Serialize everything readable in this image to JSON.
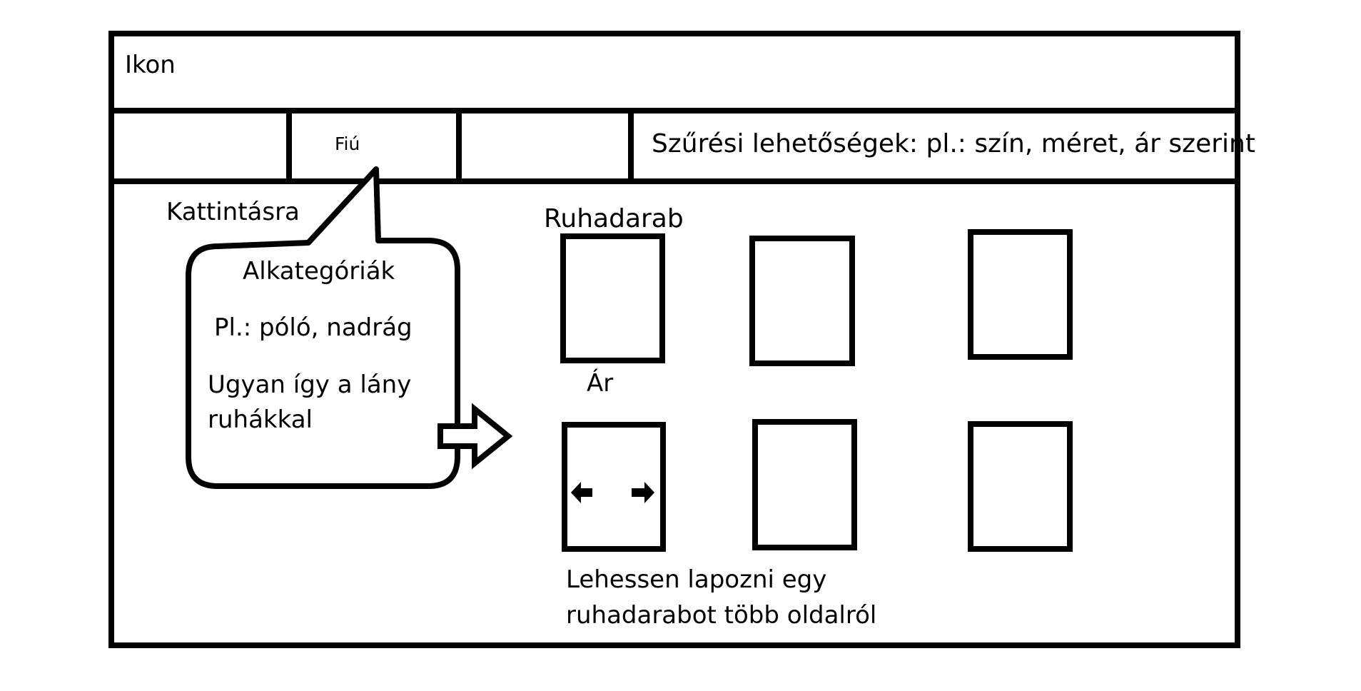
{
  "header": {
    "icon_label": "Ikon"
  },
  "nav": {
    "tabs": [
      {
        "label": ""
      },
      {
        "label": "Fiú"
      },
      {
        "label": ""
      }
    ],
    "filter_text": "Szűrési lehetőségek: pl.: szín, méret, ár szerint"
  },
  "callout": {
    "trigger_label": "Kattintásra",
    "title": "Alkategóriák",
    "example": "Pl.: póló, nadrág",
    "note_line1": "Ugyan így a lány",
    "note_line2": "ruhákkal"
  },
  "products": {
    "item_label": "Ruhadarab",
    "price_label": "Ár",
    "paging_note_line1": "Lehessen lapozni egy",
    "paging_note_line2": "ruhadarabot több oldalról",
    "cards": [
      {
        "row": 1,
        "col": 1
      },
      {
        "row": 1,
        "col": 2
      },
      {
        "row": 1,
        "col": 3
      },
      {
        "row": 2,
        "col": 1,
        "has_arrows": true
      },
      {
        "row": 2,
        "col": 2
      },
      {
        "row": 2,
        "col": 3
      }
    ]
  }
}
